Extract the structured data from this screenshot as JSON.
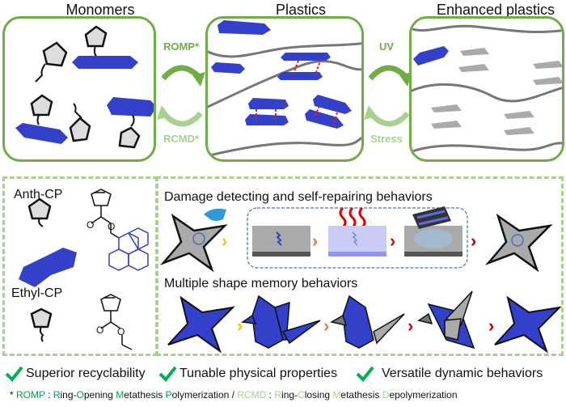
{
  "top": {
    "panels": [
      {
        "title": "Monomers"
      },
      {
        "title": "Plastics"
      },
      {
        "title": "Enhanced plastics"
      }
    ],
    "arrows": [
      {
        "forward": "ROMP*",
        "reverse": "RCMD*"
      },
      {
        "forward": "UV",
        "reverse": "Stress"
      }
    ]
  },
  "monomers": {
    "anth_label": "Anth-CP",
    "ethyl_label": "Ethyl-CP",
    "anth_carbonyl_o": "O",
    "anth_ester_o": "O",
    "ethyl_carbonyl_o": "O",
    "ethyl_ester_o": "O"
  },
  "behaviors": {
    "damage_title": "Damage detecting and self-repairing behaviors",
    "shape_title": "Multiple shape memory behaviors",
    "chevron_glyph": "›"
  },
  "features": [
    {
      "icon": "check-icon",
      "label": "Superior recyclability"
    },
    {
      "icon": "check-icon",
      "label": "Tunable physical properties"
    },
    {
      "icon": "check-icon",
      "label": "Versatile dynamic behaviors"
    }
  ],
  "footnote": {
    "star": "* ",
    "romp": "ROMP",
    "sep1": " : ",
    "romp_parts": [
      {
        "cap": "R",
        "rest": "ing-"
      },
      {
        "cap": "O",
        "rest": "pening "
      },
      {
        "cap": "M",
        "rest": "etathesis "
      },
      {
        "cap": "P",
        "rest": "olymerization"
      }
    ],
    "slash": " / ",
    "rcmd": "RCMD",
    "sep2": " : ",
    "rcmd_parts": [
      {
        "cap": "R",
        "rest": "ing-"
      },
      {
        "cap": "C",
        "rest": "losing "
      },
      {
        "cap": "M",
        "rest": "etathesis "
      },
      {
        "cap": "D",
        "rest": "epolymerization"
      }
    ]
  },
  "colors": {
    "panel_border": "#70ad47",
    "arrow_dark": "#70ad47",
    "arrow_light": "#a9d18e",
    "anthracene_blue": "#3340c9",
    "chevron_yellow": "#ffc000",
    "chevron_orange": "#ed7d31",
    "chevron_red": "#e00000",
    "chevron_darkred": "#c00000"
  }
}
